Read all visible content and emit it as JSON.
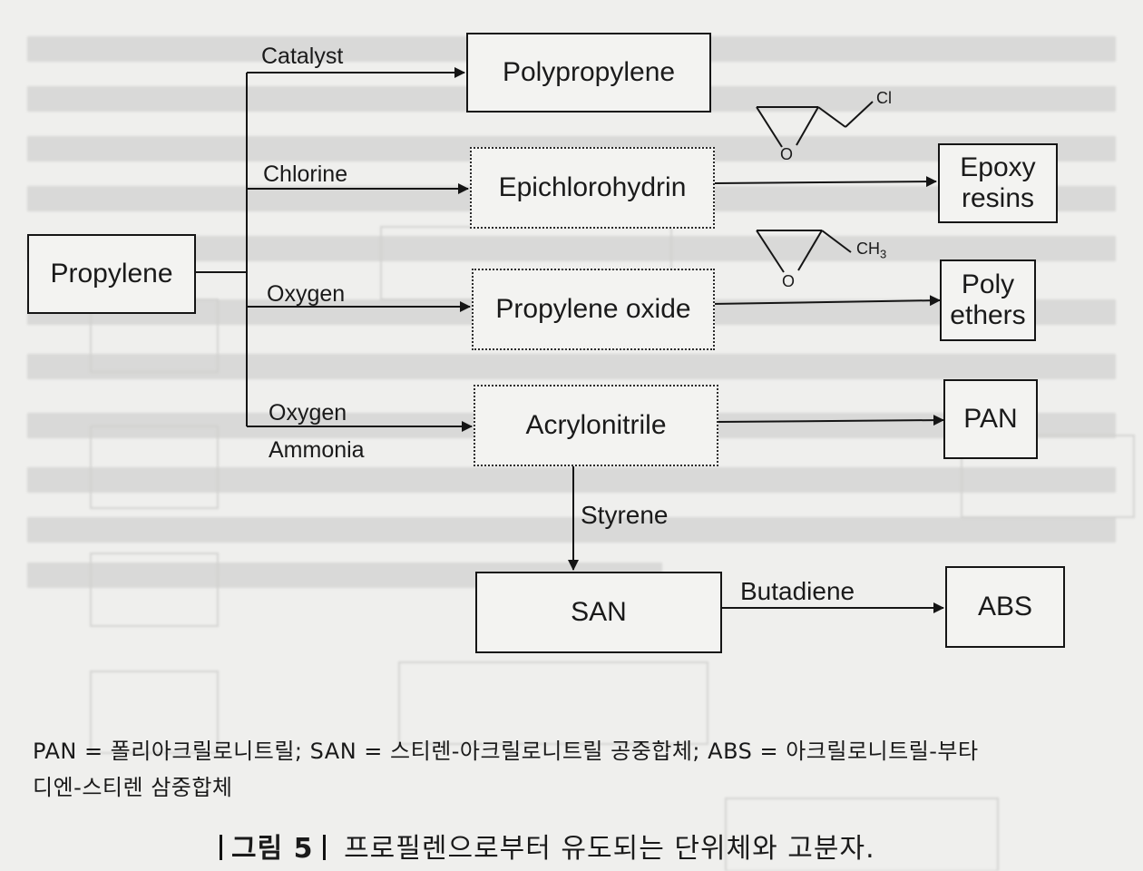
{
  "nodes": {
    "propylene": "Propylene",
    "polypropylene": "Polypropylene",
    "epichlorohydrin": "Epichlorohydrin",
    "propylene_oxide": "Propylene  oxide",
    "acrylonitrile": "Acrylonitrile",
    "epoxy_resins": "Epoxy\nresins",
    "polyethers": "Poly\nethers",
    "pan": "PAN",
    "san": "SAN",
    "abs": "ABS"
  },
  "edge_labels": {
    "catalyst": "Catalyst",
    "chlorine": "Chlorine",
    "oxygen_1": "Oxygen",
    "oxygen_2": "Oxygen",
    "ammonia": "Ammonia",
    "styrene": "Styrene",
    "butadiene": "Butadiene"
  },
  "structures": {
    "epichlorohydrin_substituent": "Cl",
    "epichlorohydrin_ring_atom": "O",
    "propylene_oxide_substituent": "CH",
    "propylene_oxide_subscript": "3",
    "propylene_oxide_ring_atom": "O"
  },
  "footnote": {
    "line1": "PAN = 폴리아크릴로니트릴; SAN = 스티렌-아크릴로니트릴 공중합체; ABS = 아크릴로니트릴-부타",
    "line2": "디엔-스티렌 삼중합체"
  },
  "caption": {
    "figure_label": "그림 5",
    "text": "프로필렌으로부터 유도되는 단위체와 고분자."
  }
}
